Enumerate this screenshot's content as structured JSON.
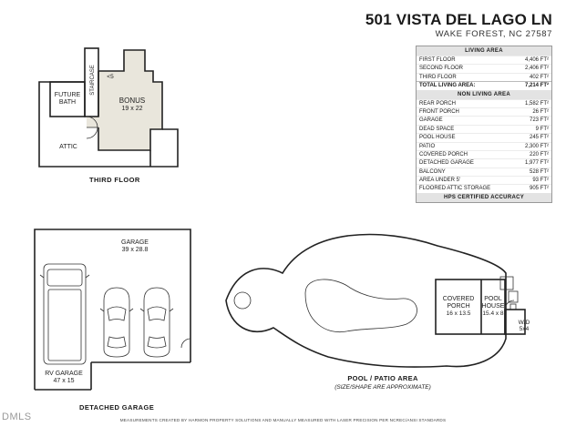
{
  "header": {
    "address": "501 VISTA DEL LAGO LN",
    "city": "WAKE FOREST, NC 27587"
  },
  "area_table": {
    "living_title": "LIVING AREA",
    "living_rows": [
      {
        "label": "FIRST FLOOR",
        "value": "4,406 FT²"
      },
      {
        "label": "SECOND FLOOR",
        "value": "2,406 FT²"
      },
      {
        "label": "THIRD FLOOR",
        "value": "402 FT²"
      }
    ],
    "total": {
      "label": "TOTAL LIVING AREA:",
      "value": "7,214 FT²"
    },
    "non_living_title": "NON LIVING AREA",
    "non_living_rows": [
      {
        "label": "REAR PORCH",
        "value": "1,582 FT²"
      },
      {
        "label": "FRONT PORCH",
        "value": "26 FT²"
      },
      {
        "label": "GARAGE",
        "value": "723 FT²"
      },
      {
        "label": "DEAD SPACE",
        "value": "9 FT²"
      },
      {
        "label": "POOL HOUSE",
        "value": "245 FT²"
      },
      {
        "label": "PATIO",
        "value": "2,300 FT²"
      },
      {
        "label": "COVERED PORCH",
        "value": "220 FT²"
      },
      {
        "label": "DETACHED GARAGE",
        "value": "1,977 FT²"
      },
      {
        "label": "BALCONY",
        "value": "528 FT²"
      },
      {
        "label": "AREA UNDER 5'",
        "value": "93 FT²"
      },
      {
        "label": "FLOORED ATTIC STORAGE",
        "value": "905 FT²"
      }
    ],
    "footer": "HPS CERTIFIED ACCURACY"
  },
  "third_floor": {
    "title": "THIRD FLOOR",
    "staircase": "STAIRCASE",
    "low_ceiling": "<5",
    "future_bath_1": "FUTURE",
    "future_bath_2": "BATH",
    "bonus_name": "BONUS",
    "bonus_dims": "19 x 22",
    "attic": "ATTIC"
  },
  "detached_garage": {
    "title": "DETACHED GARAGE",
    "garage_name": "GARAGE",
    "garage_dims": "39 x 28.8",
    "rv_name": "RV GARAGE",
    "rv_dims": "47 x 15"
  },
  "pool_area": {
    "title": "POOL / PATIO AREA",
    "subtitle": "(SIZE/SHAPE ARE APPROXIMATE)",
    "covered_porch_name": "COVERED",
    "covered_porch_name2": "PORCH",
    "covered_porch_dims": "16 x 13.5",
    "pool_house_name": "POOL",
    "pool_house_name2": "HOUSE",
    "pool_house_dims": "15.4 x 8",
    "wd_name": "W/D",
    "wd_dims": "5x4"
  },
  "footer_note": "MEASUREMENTS CREATED BY HARMON PROPERTY SOLUTIONS AND MANUALLY MEASURED WITH LASER PRECISION PER NCREC/ANSI STANDARDS",
  "watermark": "DMLS",
  "colors": {
    "floor_fill": "#e9e6dc",
    "table_header": "#e3e3e3",
    "wall": "#222222"
  }
}
